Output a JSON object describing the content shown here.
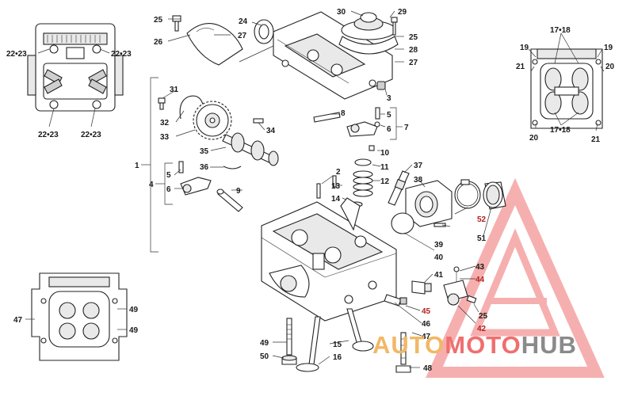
{
  "diagram": {
    "callouts": {
      "c1": "1",
      "c2": "2",
      "c3": "3",
      "c4": "4",
      "c5a": "5",
      "c5b": "5",
      "c6a": "6",
      "c6b": "6",
      "c7": "7",
      "c8": "8",
      "c9": "9",
      "c10": "10",
      "c11": "11",
      "c12": "12",
      "c13": "13",
      "c14": "14",
      "c15": "15",
      "c16": "16",
      "c17_18_top": "17•18",
      "c17_18_bot": "17•18",
      "c19a": "19",
      "c19b": "19",
      "c20a": "20",
      "c20b": "20",
      "c21a": "21",
      "c21b": "21",
      "c22_23_tl": "22•23",
      "c22_23_tr": "22•23",
      "c22_23_bl": "22•23",
      "c22_23_br": "22•23",
      "c24": "24",
      "c25a": "25",
      "c25b": "25",
      "c25c": "25",
      "c26": "26",
      "c27a": "27",
      "c27b": "27",
      "c28": "28",
      "c29": "29",
      "c30": "30",
      "c31": "31",
      "c32": "32",
      "c33": "33",
      "c34": "34",
      "c35": "35",
      "c36": "36",
      "c37": "37",
      "c38": "38",
      "c39": "39",
      "c40": "40",
      "c41": "41",
      "c42": "42",
      "c43": "43",
      "c44": "44",
      "c45": "45",
      "c46": "46",
      "c47a": "47",
      "c47b": "47",
      "c48": "48",
      "c49a": "49",
      "c49b": "49",
      "c49c": "49",
      "c50": "50",
      "c51": "51",
      "c52": "52"
    },
    "colors": {
      "ink": "#1a1a1a",
      "highlight": "#b22222",
      "watermark_red": "#ef6f6f",
      "watermark_orange": "#f1b866",
      "watermark_grey": "#8a8a8a"
    }
  },
  "watermark": {
    "part1": "AUTO",
    "part2": "MOTO",
    "part3": "HUB",
    "logo_icon": "triangle-a-icon"
  }
}
